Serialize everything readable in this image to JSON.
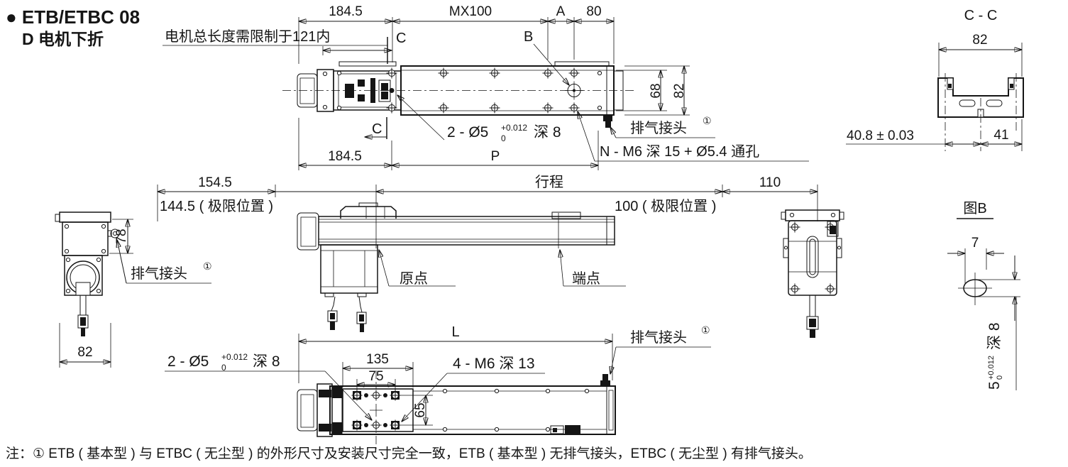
{
  "title": {
    "line1": "● ETB/ETBC 08",
    "line2": "D 电机下折"
  },
  "colors": {
    "ink": "#151515",
    "bg": "#ffffff"
  },
  "top_view": {
    "motor_limit": "电机总长度需限制于121内",
    "dim_184_5_top": "184.5",
    "dim_mx100": "MX100",
    "dim_a": "A",
    "dim_80": "80",
    "section_c_top": "C",
    "section_c_bottom": "C",
    "ref_b": "B",
    "pin_hole": {
      "prefix": "2 - Ø5",
      "tol_sup": "+0.012",
      "tol_sub": "0",
      "suffix": "深 8"
    },
    "dim_184_5_bottom": "184.5",
    "dim_p": "P",
    "dim_68": "68",
    "dim_82": "82",
    "exhaust_label": "排气接头",
    "exhaust_note_ref": "①",
    "mount_holes": "N - M6 深 15 + Ø5.4 通孔"
  },
  "section_cc": {
    "title": "C - C",
    "dim_82": "82",
    "dim_40_8": "40.8 ± 0.03",
    "dim_41": "41"
  },
  "side_view": {
    "dim_154_5": "154.5",
    "dim_stroke": "行程",
    "dim_110": "110",
    "limit_left": "144.5 ( 极限位置 )",
    "limit_right": "100 ( 极限位置 )",
    "origin": "原点",
    "endpoint": "端点"
  },
  "end_view": {
    "dim_78": "78",
    "dim_82": "82",
    "exhaust_label": "排气接头",
    "exhaust_note_ref": "①"
  },
  "detail_b": {
    "title": "图B",
    "dim_7": "7",
    "slot": {
      "main": "5",
      "tol_sup": "+0.012",
      "tol_sub": "0",
      "suffix": "深 8"
    }
  },
  "bottom_view": {
    "dim_l": "L",
    "dim_135": "135",
    "dim_75": "75",
    "dim_65": "65",
    "pin_hole": {
      "prefix": "2 - Ø5",
      "tol_sup": "+0.012",
      "tol_sub": "0",
      "suffix": "深 8"
    },
    "thread_holes": "4 - M6 深 13",
    "exhaust_label": "排气接头",
    "exhaust_note_ref": "①"
  },
  "note": "注：① ETB ( 基本型 ) 与 ETBC ( 无尘型 ) 的外形尺寸及安装尺寸完全一致，ETB ( 基本型 ) 无排气接头，ETBC ( 无尘型 ) 有排气接头。"
}
